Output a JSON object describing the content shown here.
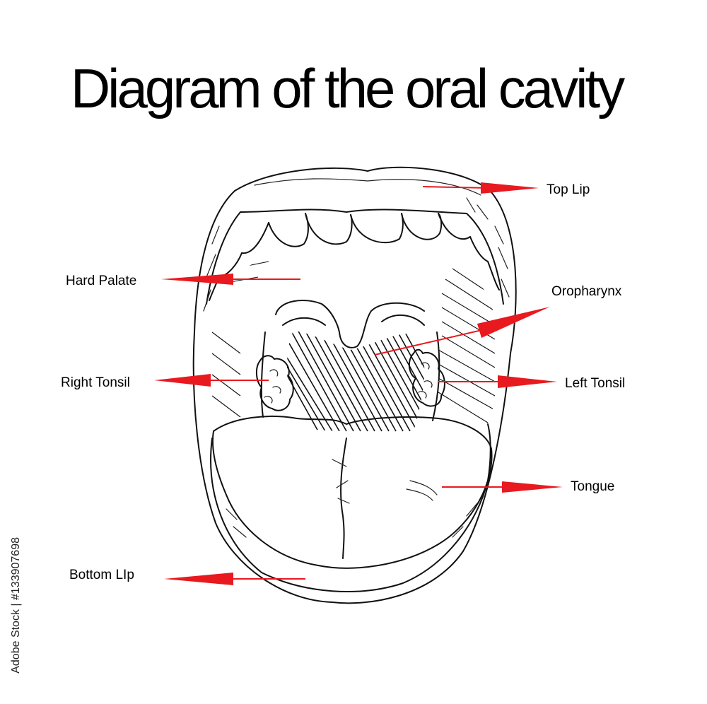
{
  "title": "Diagram of the oral cavity",
  "labels": {
    "top_lip": "Top Lip",
    "hard_palate": "Hard Palate",
    "oropharynx": "Oropharynx",
    "right_tonsil": "Right Tonsil",
    "left_tonsil": "Left Tonsil",
    "tongue": "Tongue",
    "bottom_lip": "Bottom LIp"
  },
  "credit": "Adobe Stock | #133907698",
  "colors": {
    "arrow": "#e8191f",
    "ink": "#111111",
    "background": "#ffffff"
  }
}
